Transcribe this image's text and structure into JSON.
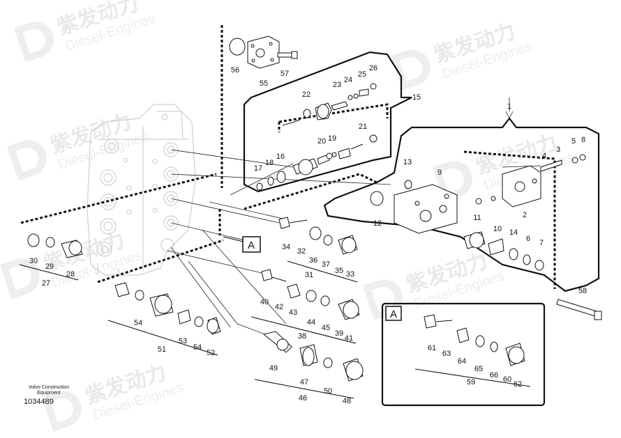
{
  "watermark": {
    "brand_cn": "紫发动力",
    "brand_en": "Diesel-Engines"
  },
  "footer": {
    "caption_line1": "Volvo Construction",
    "caption_line2": "Equipment",
    "drawing_number": "1034489"
  },
  "callouts": {
    "detail_marker": "A",
    "detail_box_label": "A"
  },
  "part_numbers": [
    "1",
    "2",
    "3",
    "4",
    "5",
    "6",
    "7",
    "8",
    "9",
    "10",
    "11",
    "12",
    "13",
    "14",
    "15",
    "16",
    "17",
    "18",
    "19",
    "20",
    "21",
    "22",
    "23",
    "24",
    "25",
    "26",
    "27",
    "28",
    "29",
    "30",
    "31",
    "32",
    "33",
    "34",
    "35",
    "36",
    "37",
    "38",
    "39",
    "40",
    "41",
    "42",
    "43",
    "44",
    "45",
    "46",
    "47",
    "48",
    "49",
    "50",
    "51",
    "52",
    "53",
    "54",
    "54",
    "55",
    "56",
    "57",
    "58",
    "59",
    "60",
    "61",
    "62",
    "63",
    "64",
    "65",
    "66"
  ]
}
